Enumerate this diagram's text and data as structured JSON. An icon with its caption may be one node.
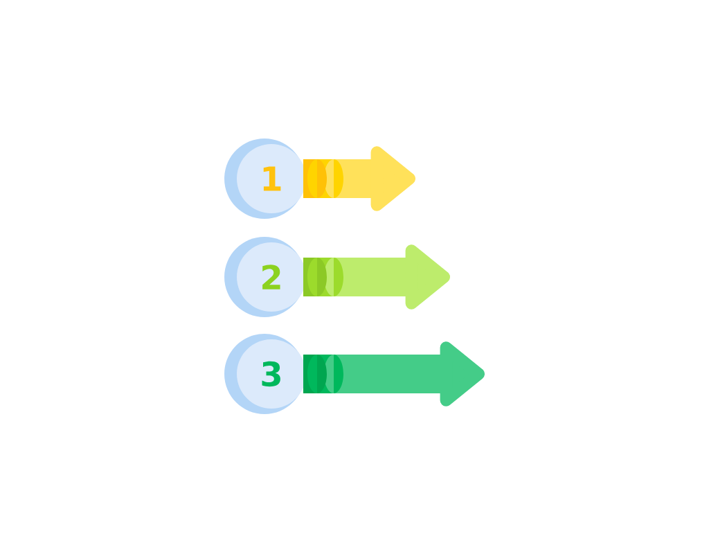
{
  "diagram": {
    "nodes": [
      {
        "text": [
          "1"
        ]
      },
      {
        "text": [
          "2"
        ]
      },
      {
        "text": [
          "3"
        ]
      }
    ],
    "edges": [
      {
        "from": 0,
        "to": null,
        "arrow": "to",
        "color": "#ffe15a"
      },
      {
        "from": 1,
        "to": null,
        "arrow": "to",
        "color": "#bdec6c"
      },
      {
        "from": 2,
        "to": null,
        "arrow": "to",
        "color": "#44cc88"
      }
    ]
  }
}
